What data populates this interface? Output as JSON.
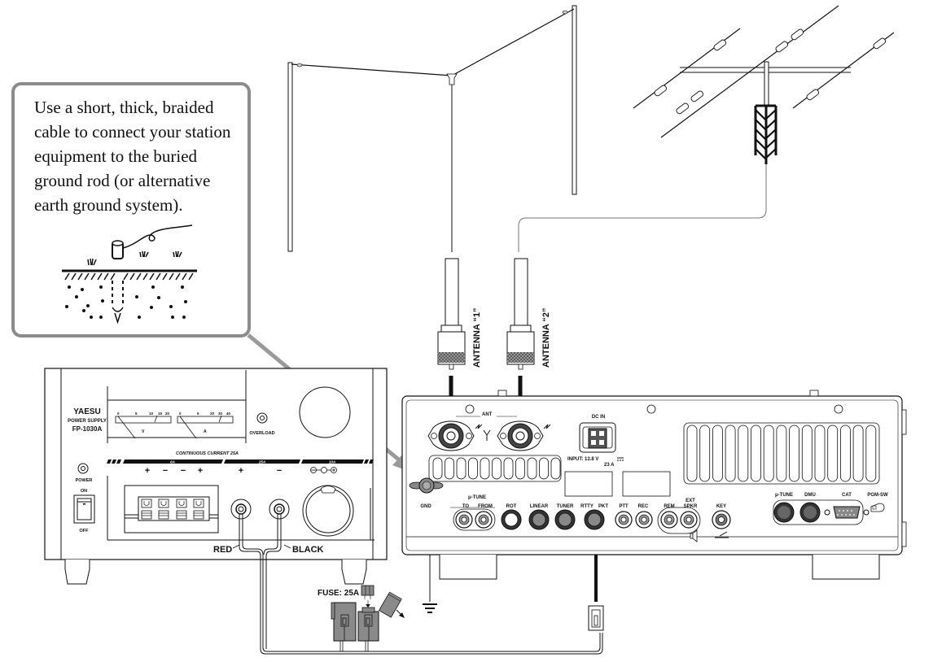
{
  "callout": {
    "text": "Use a short, thick, braided cable to connect your station equipment to the buried ground rod (or alternative earth ground system)."
  },
  "power_supply": {
    "brand": "YAESU",
    "subtitle": "POWER SUPPLY",
    "model": "FP-1030A",
    "meter_v_ticks": [
      "0",
      "5",
      "10",
      "15",
      "20"
    ],
    "meter_v_label": "V",
    "meter_a_ticks": [
      "0",
      "5",
      "20",
      "30",
      "40"
    ],
    "meter_a_label": "A",
    "continuous_current": "CONTINUOUS   CURRENT   25A",
    "overload_label": "OVERLOAD",
    "power_label": "POWER",
    "on_label": "ON",
    "off_label": "OFF",
    "section_6a": "6A",
    "section_25a": "25A",
    "section_10a": "10A",
    "terminal_signs": [
      "+",
      "−",
      "−",
      "+"
    ],
    "big_plus": "+",
    "big_minus": "−",
    "red_label": "RED",
    "black_label": "BLACK"
  },
  "cable": {
    "fuse_label": "FUSE: 25A"
  },
  "antennas": {
    "ant1_label": "ANTENNA “1”",
    "ant2_label": "ANTENNA “2”"
  },
  "transceiver": {
    "ant_label": "ANT",
    "dc_in_label": "DC IN",
    "input_label": "INPUT: 13.8 V",
    "input_current": "23 A",
    "gnd_label": "GND",
    "jacks": [
      {
        "label": "μ-TUNE",
        "sub": "TO"
      },
      {
        "label": "",
        "sub": "FROM"
      },
      {
        "label": "ROT",
        "sub": ""
      },
      {
        "label": "LINEAR",
        "sub": ""
      },
      {
        "label": "TUNER",
        "sub": ""
      },
      {
        "label": "RTTY",
        "sub": ""
      },
      {
        "label": "PKT",
        "sub": ""
      },
      {
        "label": "PTT",
        "sub": ""
      },
      {
        "label": "REC",
        "sub": ""
      },
      {
        "label": "REM",
        "sub": ""
      },
      {
        "label": "EXT SPKR",
        "sub": ""
      },
      {
        "label": "KEY",
        "sub": ""
      }
    ],
    "rear_right": {
      "mu_tune": "μ-TUNE",
      "dmu": "DMU",
      "cat": "CAT",
      "pgm_sw": "PGM-SW"
    }
  },
  "colors": {
    "line": "#111111",
    "callout_border": "#8c8c8c",
    "arrow_gray": "#9a9a9a",
    "connector_gray": "#8a8a8a"
  }
}
